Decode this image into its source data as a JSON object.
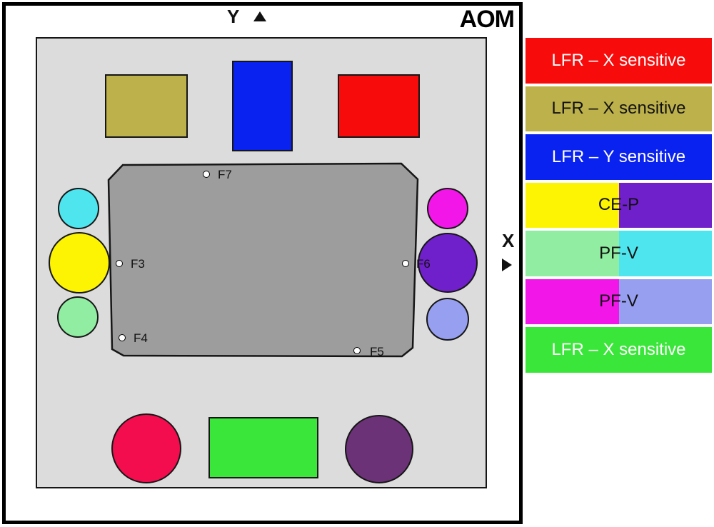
{
  "title": "AOM",
  "axes": {
    "y_label": "Y",
    "x_label": "X",
    "y_arrow_icon": "triangle-up",
    "x_arrow_icon": "triangle-right"
  },
  "colors": {
    "frame": "#000000",
    "board": "#DCDCDC",
    "plate": "#9D9D9D",
    "fiducial_dot": "#FFFFFF",
    "red": "#F80B0B",
    "olive": "#BDB14B",
    "blue": "#0A22F0",
    "yellow": "#FCF403",
    "purple": "#7020CB",
    "mint": "#90EDA2",
    "cyan": "#4EE5EF",
    "magenta": "#F316E9",
    "periwinkle": "#97A0F0",
    "green": "#3AE639",
    "crimson": "#F30D4E",
    "dark_purple": "#6B3277"
  },
  "modules": [
    {
      "id": "top-left",
      "shape": "rect",
      "color": "olive"
    },
    {
      "id": "top-center",
      "shape": "rect",
      "color": "blue"
    },
    {
      "id": "top-right",
      "shape": "rect",
      "color": "red"
    },
    {
      "id": "left-top",
      "shape": "circle",
      "color": "cyan"
    },
    {
      "id": "left-middle",
      "shape": "circle",
      "color": "yellow"
    },
    {
      "id": "left-bottom",
      "shape": "circle",
      "color": "mint"
    },
    {
      "id": "right-top",
      "shape": "circle",
      "color": "magenta"
    },
    {
      "id": "right-middle",
      "shape": "circle",
      "color": "purple"
    },
    {
      "id": "right-bottom",
      "shape": "circle",
      "color": "periwinkle"
    },
    {
      "id": "bottom-left",
      "shape": "circle",
      "color": "crimson"
    },
    {
      "id": "bottom-center",
      "shape": "rect",
      "color": "green"
    },
    {
      "id": "bottom-right",
      "shape": "circle",
      "color": "dark_purple"
    }
  ],
  "fiducials": [
    {
      "label": "F3"
    },
    {
      "label": "F4"
    },
    {
      "label": "F5"
    },
    {
      "label": "F6"
    },
    {
      "label": "F7"
    }
  ],
  "legend": {
    "items": [
      {
        "label": "LFR – X sensitive",
        "colors": [
          "red"
        ],
        "text_color": "#FFFFFF"
      },
      {
        "label": "LFR – X sensitive",
        "colors": [
          "olive"
        ],
        "text_color": "#111111"
      },
      {
        "label": "LFR – Y sensitive",
        "colors": [
          "blue"
        ],
        "text_color": "#FFFFFF"
      },
      {
        "label": "CE-P",
        "colors": [
          "yellow",
          "purple"
        ],
        "text_color": "#111111"
      },
      {
        "label": "PF-V",
        "colors": [
          "mint",
          "cyan"
        ],
        "text_color": "#111111"
      },
      {
        "label": "PF-V",
        "colors": [
          "magenta",
          "periwinkle"
        ],
        "text_color": "#111111"
      },
      {
        "label": "LFR – X sensitive",
        "colors": [
          "green"
        ],
        "text_color": "#FFFFFF"
      }
    ]
  }
}
